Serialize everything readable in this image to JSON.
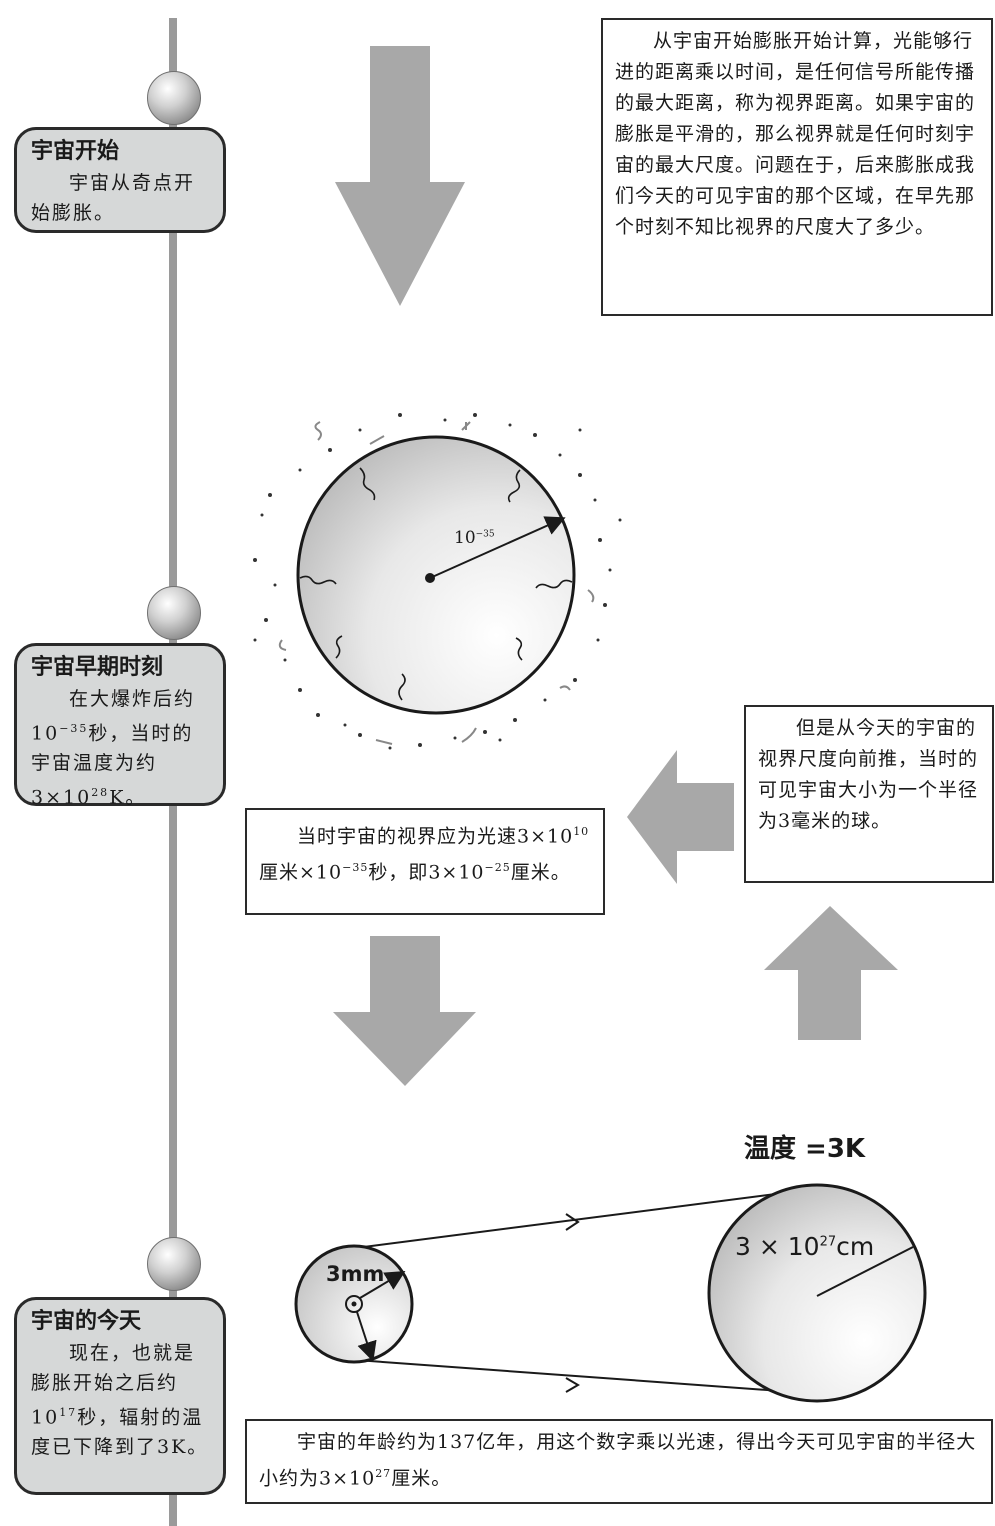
{
  "timeline": {
    "stages": [
      {
        "title": "宇宙开始",
        "body": "宇宙从奇点开始膨胀。"
      },
      {
        "title": "宇宙早期时刻",
        "body_prefix": "在大爆炸后约10",
        "body_exp1": "−35",
        "body_mid": "秒，当时的宇宙温度为约3×10",
        "body_exp2": "28",
        "body_suffix": "K。"
      },
      {
        "title": "宇宙的今天",
        "body_prefix": "现在，也就是膨胀开始之后约10",
        "body_exp": "17",
        "body_suffix": "秒，辐射的温度已下降到了3K。"
      }
    ]
  },
  "notes": {
    "horizon": "从宇宙开始膨胀开始计算，光能够行进的距离乘以时间，是任何信号所能传播的最大距离，称为视界距离。如果宇宙的膨胀是平滑的，那么视界就是任何时刻宇宙的最大尺度。问题在于，后来膨胀成我们今天的可见宇宙的那个区域，在早先那个时刻不知比视界的尺度大了多少。",
    "early_horizon": {
      "prefix": "当时宇宙的视界应为光速3×10",
      "exp1": "10",
      "mid1": "厘米×10",
      "exp2": "−35",
      "mid2": "秒，即3×10",
      "exp3": "−25",
      "suffix": "厘米。"
    },
    "today_back": "但是从今天的宇宙的视界尺度向前推，当时的可见宇宙大小为一个半径为3毫米的球。",
    "age": {
      "prefix": "宇宙的年龄约为137亿年，用这个数字乘以光速，得出今天可见宇宙的半径大小约为3×10",
      "exp": "27",
      "suffix": "厘米。"
    }
  },
  "diagram": {
    "early_radius_base": "10",
    "early_radius_exp": "−35",
    "small_radius": "3mm",
    "large_radius_prefix": "3 × 10",
    "large_radius_exp": "27",
    "large_radius_unit": "cm",
    "temperature": "温度 =3K"
  },
  "colors": {
    "arrow": "#a8a8a8",
    "stage_bg": "#d6d8d8",
    "timeline": "#9a9a9a"
  }
}
